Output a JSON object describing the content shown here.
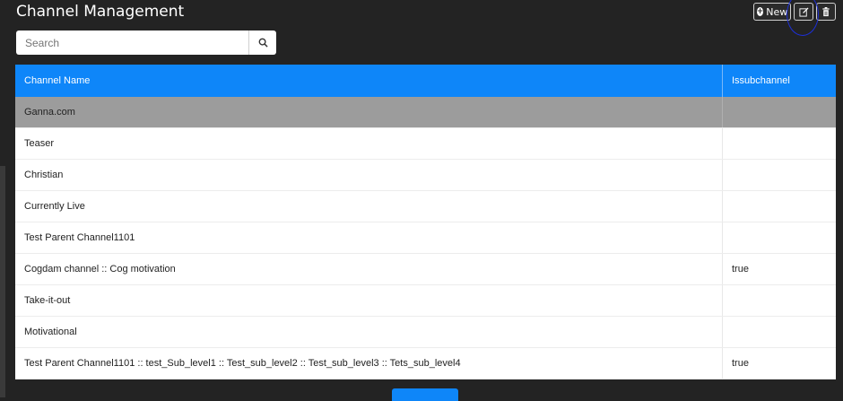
{
  "header": {
    "title": "Channel Management"
  },
  "toolbar": {
    "new_label": "New",
    "new_icon": "plus-circle-icon",
    "edit_icon": "edit-icon",
    "delete_icon": "trash-icon"
  },
  "search": {
    "placeholder": "Search",
    "icon": "search-icon"
  },
  "table": {
    "columns": [
      "Channel Name",
      "Issubchannel"
    ],
    "rows": [
      {
        "name": "Ganna.com",
        "issubchannel": ""
      },
      {
        "name": "Teaser",
        "issubchannel": ""
      },
      {
        "name": "Christian",
        "issubchannel": ""
      },
      {
        "name": "Currently Live",
        "issubchannel": ""
      },
      {
        "name": "Test Parent Channel1101",
        "issubchannel": ""
      },
      {
        "name": "Cogdam channel :: Cog motivation",
        "issubchannel": "true"
      },
      {
        "name": "Take-it-out",
        "issubchannel": ""
      },
      {
        "name": "Motivational",
        "issubchannel": ""
      },
      {
        "name": "Test Parent Channel1101 :: test_Sub_level1 :: Test_sub_level2 :: Test_sub_level3 :: Tets_sub_level4",
        "issubchannel": "true"
      }
    ],
    "selected_row": 0
  },
  "colors": {
    "header_bg": "#0e86f9",
    "selected_row_bg": "#9c9c9c",
    "page_bg": "#232323"
  }
}
